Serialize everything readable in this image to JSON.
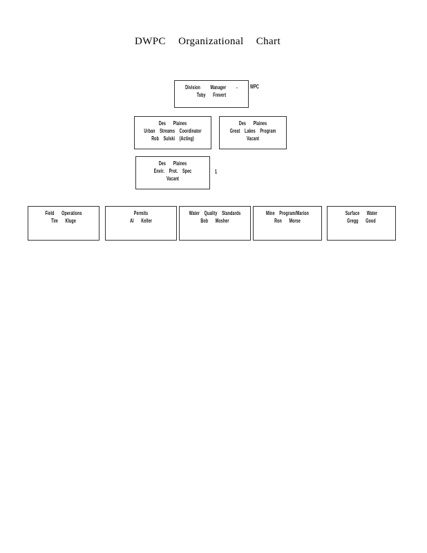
{
  "document": {
    "title": "DWPC    Organizational          Chart",
    "title_plain": "DWPC Organizational Chart"
  },
  "chart_data": {
    "type": "diagram",
    "diagram_type": "organizational-chart",
    "title": "DWPC Organizational Chart",
    "connectors": "none",
    "levels": [
      {
        "level": 1,
        "nodes": [
          {
            "name": "division-manager",
            "line1": "Division       Manager        -",
            "line2": "Toby       Frevert",
            "overflow": "WPC"
          }
        ]
      },
      {
        "level": 2,
        "nodes": [
          {
            "name": "urban-streams",
            "line1": "Des      Plaines",
            "line2": "Urban       Streams       Coordinator",
            "line3": "Rob      Sulski      (Acting)"
          },
          {
            "name": "great-lakes",
            "line1": "Des      Plaines",
            "line2": "Great      Lakes      Program",
            "line3": "Vacant"
          }
        ]
      },
      {
        "level": 3,
        "nodes": [
          {
            "name": "envir-prot-spec",
            "line1": "Des      Plaines",
            "line2": "Envir.       Prot.       Spec",
            "line3": "Vacant",
            "overflow": "1"
          }
        ]
      },
      {
        "level": 4,
        "nodes": [
          {
            "name": "field-operations",
            "line1": "Field      Operations",
            "line2": "Tim      Kluge"
          },
          {
            "name": "permits",
            "line1": "Permits",
            "line2": "Al      Keller"
          },
          {
            "name": "water-quality-standards",
            "line1": "Water      Quality      Standards",
            "line2": "Bob      Mosher"
          },
          {
            "name": "mine-program-marion",
            "line1": "Mine      Program/Marion",
            "line2": "Ron      Morse"
          },
          {
            "name": "surface-water",
            "line1": "Surface      Water",
            "line2": "Gregg      Good"
          }
        ]
      }
    ]
  },
  "colors": {
    "background": "#ffffff",
    "box_border": "#333333",
    "text": "#111111",
    "title_text": "#000000"
  }
}
